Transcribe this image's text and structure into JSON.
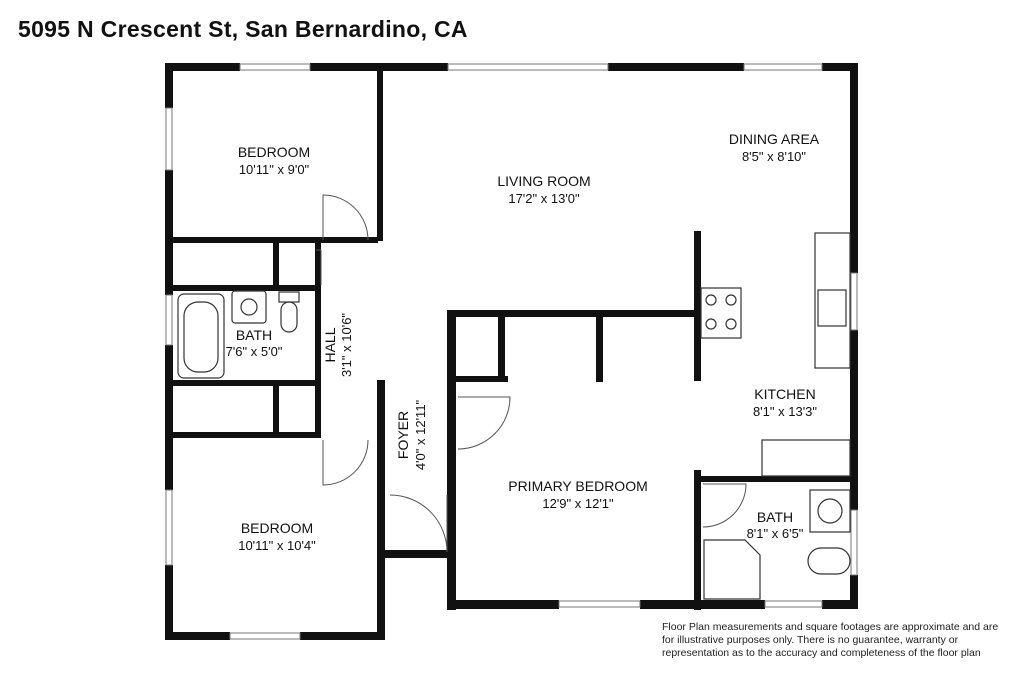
{
  "address": "5095 N Crescent St, San Bernardino, CA",
  "rooms": {
    "bedroom_upper": {
      "name": "BEDROOM",
      "dims": "10'11\" x 9'0\""
    },
    "living_room": {
      "name": "LIVING ROOM",
      "dims": "17'2\" x 13'0\""
    },
    "dining_area": {
      "name": "DINING AREA",
      "dims": "8'5\" x 8'10\""
    },
    "bath_left": {
      "name": "BATH",
      "dims": "7'6\" x 5'0\""
    },
    "hall": {
      "name": "HALL",
      "dims": "3'1\" x 10'6\""
    },
    "foyer": {
      "name": "FOYER",
      "dims": "4'0\" x 12'11\""
    },
    "kitchen": {
      "name": "KITCHEN",
      "dims": "8'1\" x 13'3\""
    },
    "primary_bedroom": {
      "name": "PRIMARY BEDROOM",
      "dims": "12'9\" x 12'1\""
    },
    "bath_right": {
      "name": "BATH",
      "dims": "8'1\" x 6'5\""
    },
    "bedroom_lower": {
      "name": "BEDROOM",
      "dims": "10'11\" x 10'4\""
    }
  },
  "disclaimer": "Floor Plan measurements and square footages are approximate and are for illustrative purposes only. There is no guarantee, warranty or representation as to the accuracy and completeness of the floor plan"
}
